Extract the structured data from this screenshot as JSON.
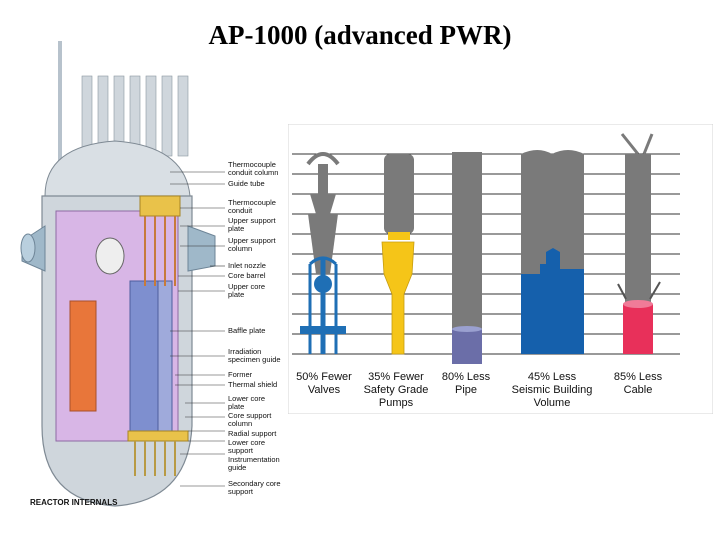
{
  "slide": {
    "title": "AP-1000 (advanced PWR)"
  },
  "reactor_diagram": {
    "caption": "REACTOR INTERNALS",
    "labels": [
      [
        "Thermocouple",
        "conduit column"
      ],
      [
        "Guide tube"
      ],
      [
        "Thermocouple",
        "conduit"
      ],
      [
        "Upper support",
        "plate"
      ],
      [
        "Upper support",
        "column"
      ],
      [
        "Inlet nozzle"
      ],
      [
        "Core barrel"
      ],
      [
        "Upper core",
        "plate"
      ],
      [
        "Baffle plate"
      ],
      [
        "Irradiation",
        "specimen guide"
      ],
      [
        "Former"
      ],
      [
        "Thermal shield"
      ],
      [
        "Lower core",
        "plate"
      ],
      [
        "Core support",
        "column"
      ],
      [
        "Radial support"
      ],
      [
        "Lower core",
        "support"
      ],
      [
        "Instrumentation",
        "guide"
      ],
      [
        "Secondary core",
        "support"
      ]
    ]
  },
  "comparison": {
    "items": [
      {
        "line1": "50% Fewer",
        "line2": "Valves",
        "line3": "",
        "color": "#1f6fb5",
        "icon": "valve-icon"
      },
      {
        "line1": "35% Fewer",
        "line2": "Safety Grade",
        "line3": "Pumps",
        "color": "#f5c518",
        "icon": "pump-icon"
      },
      {
        "line1": "80% Less",
        "line2": "Pipe",
        "line3": "",
        "color": "#6b6ea8",
        "icon": "pipe-icon"
      },
      {
        "line1": "45% Less",
        "line2": "Seismic Building",
        "line3": "Volume",
        "color": "#1560ac",
        "icon": "building-icon"
      },
      {
        "line1": "85% Less",
        "line2": "Cable",
        "line3": "",
        "color": "#e8305a",
        "icon": "cable-icon"
      }
    ],
    "colors": {
      "reference_gray": "#7a7a7a",
      "rule_line": "#333333"
    }
  }
}
